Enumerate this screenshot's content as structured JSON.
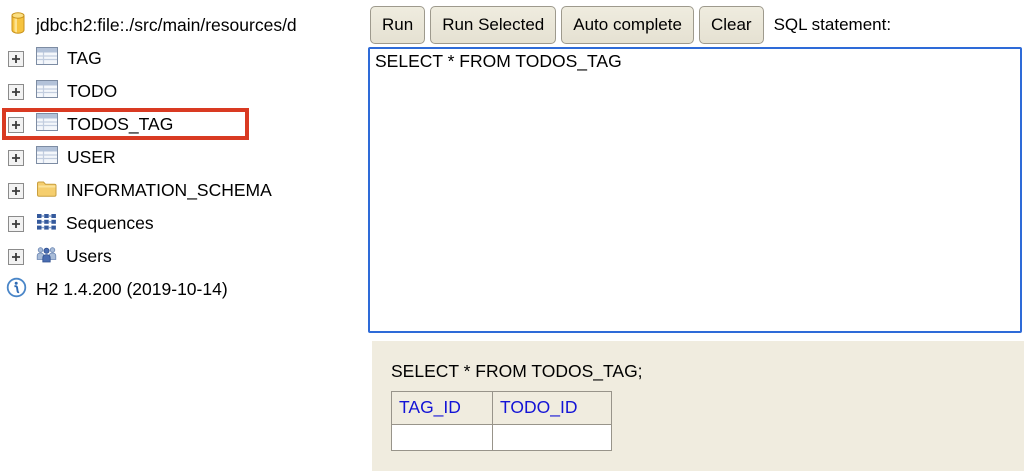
{
  "sidebar": {
    "connection": {
      "label": "jdbc:h2:file:./src/main/resources/d"
    },
    "tree": [
      {
        "label": "TAG",
        "icon": "table-icon"
      },
      {
        "label": "TODO",
        "icon": "table-icon"
      },
      {
        "label": "TODOS_TAG",
        "icon": "table-icon",
        "highlighted": true
      },
      {
        "label": "USER",
        "icon": "table-icon"
      },
      {
        "label": "INFORMATION_SCHEMA",
        "icon": "folder-icon"
      },
      {
        "label": "Sequences",
        "icon": "sequences-icon"
      },
      {
        "label": "Users",
        "icon": "users-icon"
      }
    ],
    "version": "H2 1.4.200 (2019-10-14)"
  },
  "toolbar": {
    "run_label": "Run",
    "run_selected_label": "Run Selected",
    "auto_complete_label": "Auto complete",
    "clear_label": "Clear",
    "sql_statement_label": "SQL statement:"
  },
  "editor": {
    "value": "SELECT * FROM TODOS_TAG"
  },
  "results": {
    "query_echo": "SELECT * FROM TODOS_TAG;",
    "table": {
      "headers": [
        "TAG_ID",
        "TODO_ID"
      ],
      "rows": [
        [
          "",
          ""
        ]
      ]
    }
  },
  "colors": {
    "results_background": "#f0ecdf",
    "editor_focus_border": "#2e6bd8",
    "highlight_red": "#d93a22",
    "header_link_blue": "#1313d6",
    "button_background": "#e9e5d8",
    "button_border": "#9e9a8d",
    "table_border": "#98948a",
    "db_icon_gold": "#f6c33f",
    "folder_yellow": "#f5ce6e"
  }
}
